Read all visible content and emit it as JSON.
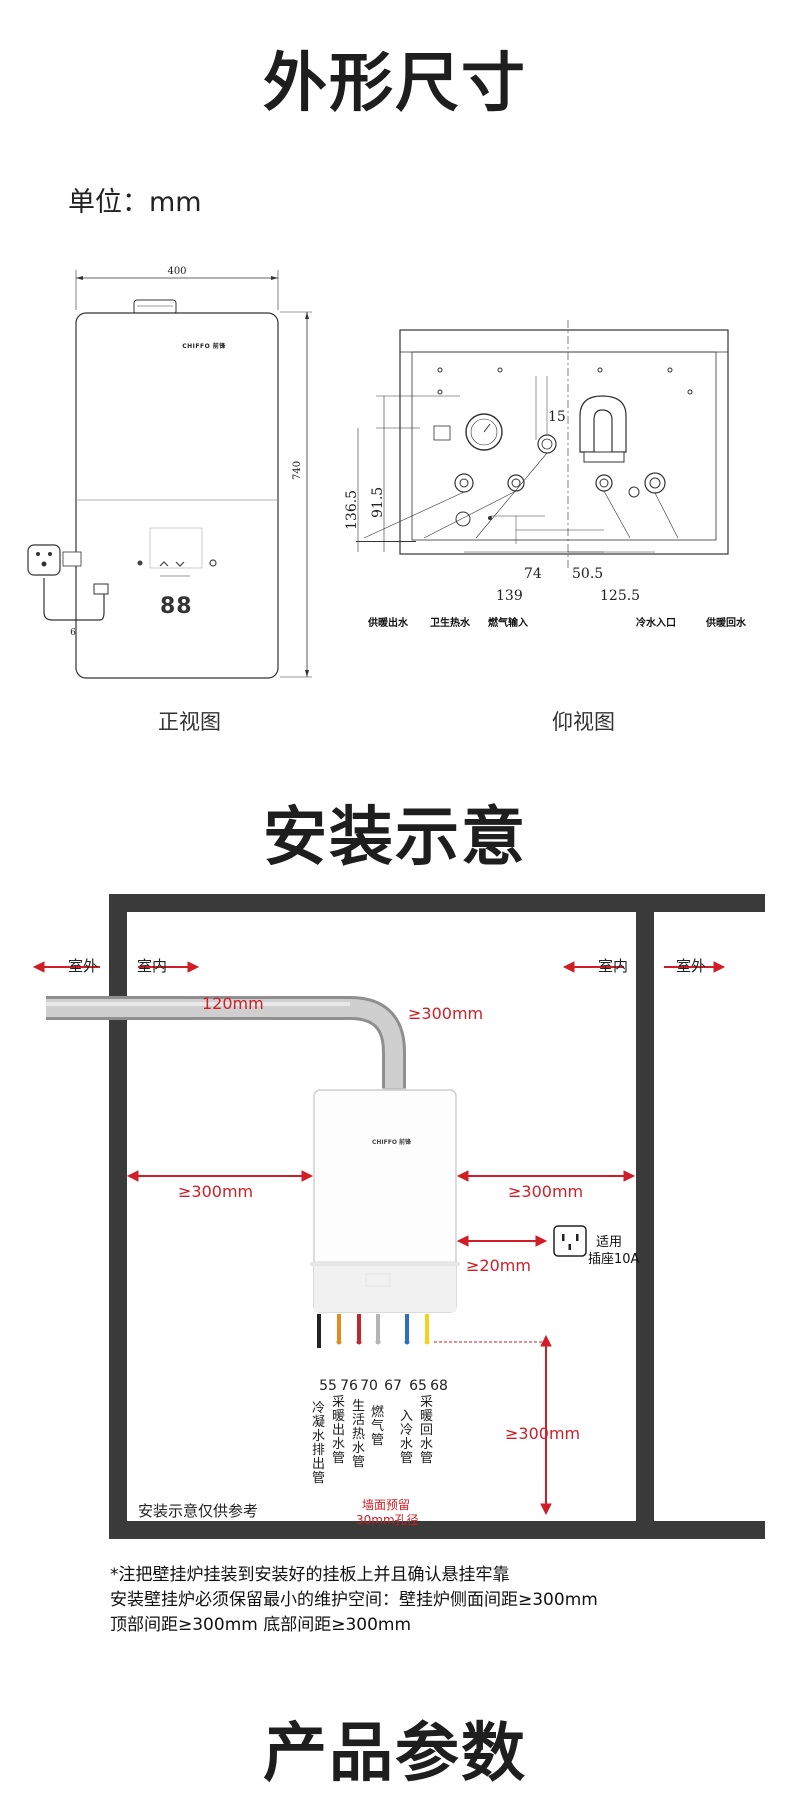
{
  "headings": {
    "dimensions": "外形尺寸",
    "install": "安装示意",
    "params": "产品参数"
  },
  "unit_label": "单位：mm",
  "front_view": {
    "caption": "正视图",
    "width_label": "400",
    "height_label": "740",
    "brand": "CHIFFO 前锋",
    "display_digits": "88",
    "socket_tag": "6"
  },
  "bottom_view": {
    "caption": "仰视图",
    "dims": {
      "d15": "15",
      "d136": "136.5",
      "d91": "91.5",
      "d74": "74",
      "d50": "50.5",
      "d139": "139",
      "d125": "125.5"
    },
    "ports": [
      "供暖出水",
      "卫生热水",
      "燃气输入",
      "冷水入口",
      "供暖回水"
    ]
  },
  "install": {
    "outdoor_left": "室外",
    "indoor_left": "室内",
    "indoor_right": "室内",
    "outdoor_right": "室外",
    "pipe_len": "120mm",
    "top_gap": "≥300mm",
    "left_gap": "≥300mm",
    "right_gap": "≥300mm",
    "socket_gap": "≥20mm",
    "socket_text_1": "适用",
    "socket_text_2": "插座10A",
    "bottom_gap": "≥300mm",
    "hole_1": "墙面预留",
    "hole_2": "30mm孔径",
    "ref": "安装示意仅供参考",
    "pipe_numbers": [
      "55",
      "76",
      "70",
      "67",
      "65",
      "68"
    ],
    "pipe_colors": [
      "#222222",
      "#e58a1f",
      "#c0272d",
      "#b5b5b5",
      "#2d6fc4",
      "#f2d21b"
    ],
    "pipe_names": [
      "冷凝水排出管",
      "采暖出水管",
      "生活热水管",
      "燃气管",
      "入冷水管",
      "采暖回水管"
    ],
    "accent": "#d11e26"
  },
  "notes": [
    "*注把壁挂炉挂装到安装好的挂板上并且确认悬挂牢靠",
    "安装壁挂炉必须保留最小的维护空间：壁挂炉侧面间距≥300mm",
    "顶部间距≥300mm 底部间距≥300mm"
  ]
}
